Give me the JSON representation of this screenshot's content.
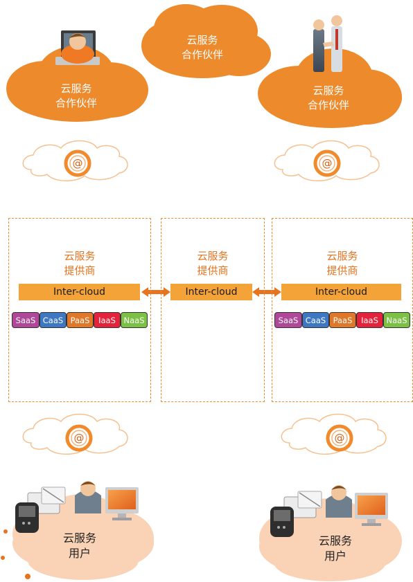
{
  "partners": {
    "top_center": [
      "云服务",
      "合作伙伴"
    ],
    "top_left": [
      "云服务",
      "合作伙伴"
    ],
    "top_right": [
      "云服务",
      "合作伙伴"
    ]
  },
  "internet_symbol": "@",
  "providers": {
    "left": {
      "label": [
        "云服务",
        "提供商"
      ],
      "bar": "Inter-cloud"
    },
    "center": {
      "label": [
        "云服务",
        "提供商"
      ],
      "bar": "Inter-cloud"
    },
    "right": {
      "label": [
        "云服务",
        "提供商"
      ],
      "bar": "Inter-cloud"
    }
  },
  "services": {
    "left": [
      "SaaS",
      "CaaS",
      "PaaS",
      "IaaS",
      "NaaS"
    ],
    "right": [
      "SaaS",
      "CaaS",
      "PaaS",
      "IaaS",
      "NaaS"
    ]
  },
  "service_colors": [
    "#b0489a",
    "#3e78c3",
    "#e0782a",
    "#e2233b",
    "#7cc046"
  ],
  "users": {
    "left": [
      "云服务",
      "用户"
    ],
    "right": [
      "云服务",
      "用户"
    ]
  },
  "colors": {
    "partner_cloud": "#ec8a2c",
    "user_cloud": "#fad3b6",
    "provider_border": "#ec8a2c",
    "intercloud_bar": "#f3a338"
  }
}
